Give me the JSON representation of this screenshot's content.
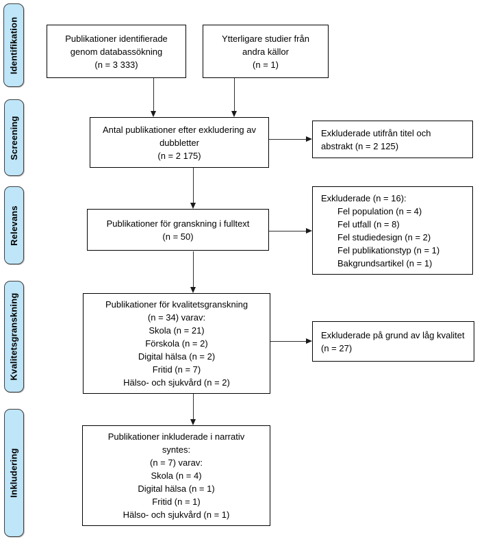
{
  "stages": [
    {
      "label": "Identifikation"
    },
    {
      "label": "Screening"
    },
    {
      "label": "Relevans"
    },
    {
      "label": "Kvalitetsgranskning"
    },
    {
      "label": "Inkludering"
    }
  ],
  "boxes": {
    "identified_db": {
      "lines": [
        "Publikationer identifierade",
        "genom databassökning",
        "(n = 3 333)"
      ]
    },
    "other_sources": {
      "lines": [
        "Ytterligare studier från",
        "andra källor",
        "(n = 1)"
      ]
    },
    "after_dedup": {
      "lines": [
        "Antal publikationer efter exkludering av",
        "dubbletter",
        "(n = 2 175)"
      ]
    },
    "excluded_title_abstract": {
      "lines": [
        "Exkluderade utifrån titel och",
        "abstrakt (n = 2 125)"
      ]
    },
    "fulltext_review": {
      "lines": [
        "Publikationer för granskning i fulltext",
        "(n = 50)"
      ]
    },
    "excluded_fulltext": {
      "title": "Exkluderade (n = 16):",
      "items": [
        "Fel population (n = 4)",
        "Fel utfall (n = 8)",
        "Fel studiedesign (n = 2)",
        "Fel publikationstyp (n = 1)",
        "Bakgrundsartikel (n = 1)"
      ]
    },
    "quality_review": {
      "lines": [
        "Publikationer för kvalitetsgranskning",
        "(n = 34) varav:",
        "Skola (n = 21)",
        "Förskola (n = 2)",
        "Digital hälsa (n = 2)",
        "Fritid (n = 7)",
        "Hälso- och sjukvård (n = 2)"
      ]
    },
    "excluded_quality": {
      "lines": [
        "Exkluderade på grund av låg kvalitet",
        "(n = 27)"
      ]
    },
    "included_synthesis": {
      "lines": [
        "Publikationer inkluderade i narrativ",
        "syntes:",
        "(n = 7) varav:",
        "Skola (n = 4)",
        "Digital hälsa (n = 1)",
        "Fritid (n = 1)",
        "Hälso- och sjukvård (n = 1)"
      ]
    }
  },
  "colors": {
    "stage_fill": "#bee5f8",
    "stage_border": "#3f3f3f",
    "box_border": "#000000",
    "arrow": "#2e2e2e"
  }
}
